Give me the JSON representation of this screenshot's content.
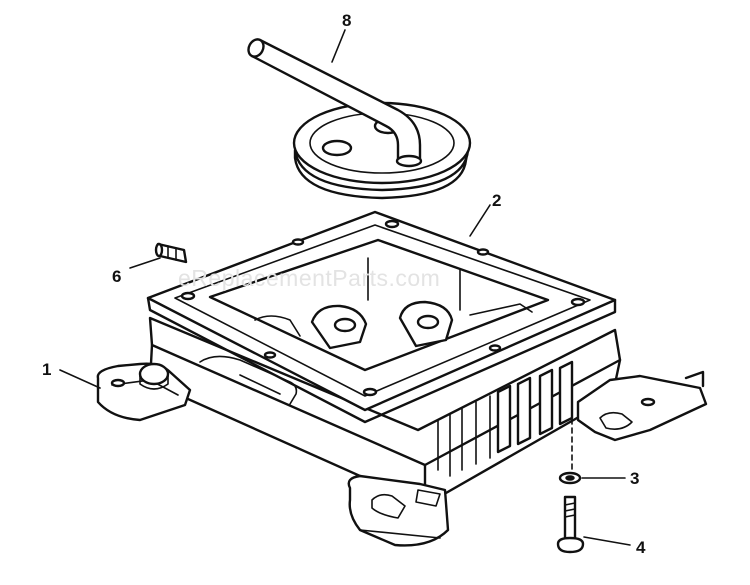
{
  "watermark": "eReplacementParts.com",
  "callouts": {
    "c1": "1",
    "c2": "2",
    "c3": "3",
    "c4": "4",
    "c6": "6",
    "c8": "8"
  }
}
